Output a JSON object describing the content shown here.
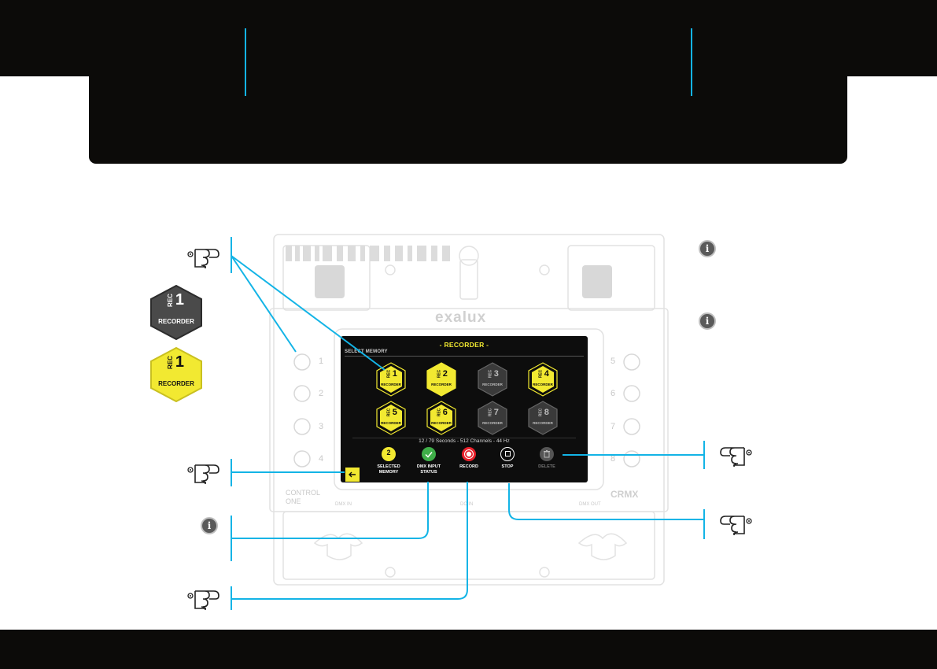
{
  "device": {
    "brand": "exalux",
    "model": "CRMX",
    "left_label": "CONTROL ONE",
    "port_left": "DMX IN",
    "port_center": "DC IN",
    "port_right": "DMX OUT",
    "left_buttons": [
      "1",
      "2",
      "3",
      "4"
    ],
    "right_buttons": [
      "5",
      "6",
      "7",
      "8"
    ]
  },
  "screen": {
    "title": "- RECORDER -",
    "subtitle": "SELECT MEMORY",
    "memories": [
      {
        "rec": "REC",
        "num": "1",
        "label": "RECORDER",
        "state": "outline"
      },
      {
        "rec": "REC",
        "num": "2",
        "label": "RECORDER",
        "state": "selected"
      },
      {
        "rec": "REC",
        "num": "3",
        "label": "RECORDER",
        "state": "empty"
      },
      {
        "rec": "REC",
        "num": "4",
        "label": "RECORDER",
        "state": "outline"
      },
      {
        "rec": "REC",
        "num": "5",
        "label": "RECORDER",
        "state": "outline"
      },
      {
        "rec": "REC",
        "num": "6",
        "label": "RECORDER",
        "state": "outline"
      },
      {
        "rec": "REC",
        "num": "7",
        "label": "RECORDER",
        "state": "empty"
      },
      {
        "rec": "REC",
        "num": "8",
        "label": "RECORDER",
        "state": "empty"
      }
    ],
    "info_line": "12 /   79 Seconds  -  512 Channels  -    44 Hz",
    "buttons": {
      "selected_memory": {
        "label": "SELECTED MEMORY",
        "num": "2"
      },
      "dmx_input_status": {
        "label": "DMX INPUT STATUS"
      },
      "record": {
        "label": "RECORD"
      },
      "stop": {
        "label": "STOP"
      },
      "delete": {
        "label": "DELETE"
      }
    }
  },
  "legend": {
    "empty": {
      "rec": "REC",
      "num": "1",
      "label": "RECORDER"
    },
    "recorded": {
      "rec": "REC",
      "num": "1",
      "label": "RECORDER"
    }
  },
  "colors": {
    "accent_yellow": "#f2e931",
    "callout_cyan": "#13b4e6",
    "dark": "#0c0b09",
    "record_red": "#e8202b",
    "status_green": "#3fae49"
  },
  "icons": [
    "pointing-hand-icon",
    "info-icon",
    "back-arrow-icon",
    "check-icon",
    "record-icon",
    "stop-icon",
    "trash-icon"
  ]
}
